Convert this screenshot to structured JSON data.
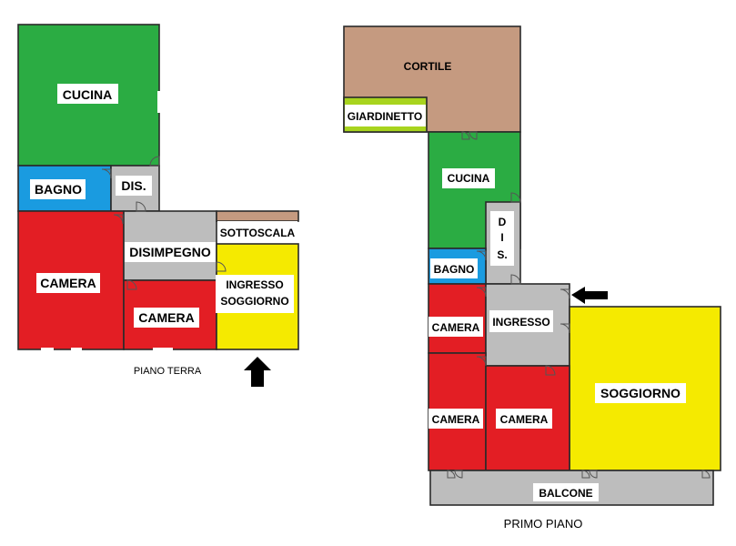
{
  "colors": {
    "kitchen": "#2bac43",
    "bath": "#1a9be0",
    "bedroom": "#e31e24",
    "hall": "#bdbdbd",
    "living": "#f5ea00",
    "courtyard": "#c59a80",
    "garden": "#a8d41e",
    "balcony": "#bdbdbd",
    "understairs": "#c59a80",
    "arrow": "#000000"
  },
  "piano_terra": {
    "caption": "PIANO TERRA",
    "rooms": {
      "cucina": "CUCINA",
      "bagno": "BAGNO",
      "dis": "DIS.",
      "camera_left": "CAMERA",
      "disimpegno": "DISIMPEGNO",
      "sottoscala": "SOTTOSCALA",
      "ingresso_line1": "INGRESSO",
      "ingresso_line2": "SOGGIORNO",
      "camera_center": "CAMERA"
    },
    "entrance_icon": "arrow-up-icon"
  },
  "primo_piano": {
    "caption": "PRIMO PIANO",
    "rooms": {
      "cortile": "CORTILE",
      "giardinetto": "GIARDINETTO",
      "cucina": "CUCINA",
      "dis_1": "D",
      "dis_2": "I",
      "dis_3": "S.",
      "bagno": "BAGNO",
      "ingresso": "INGRESSO",
      "camera_top": "CAMERA",
      "soggiorno": "SOGGIORNO",
      "camera_bottom_left": "CAMERA",
      "camera_bottom_right": "CAMERA",
      "balcone": "BALCONE"
    },
    "entrance_icon": "arrow-left-icon"
  }
}
